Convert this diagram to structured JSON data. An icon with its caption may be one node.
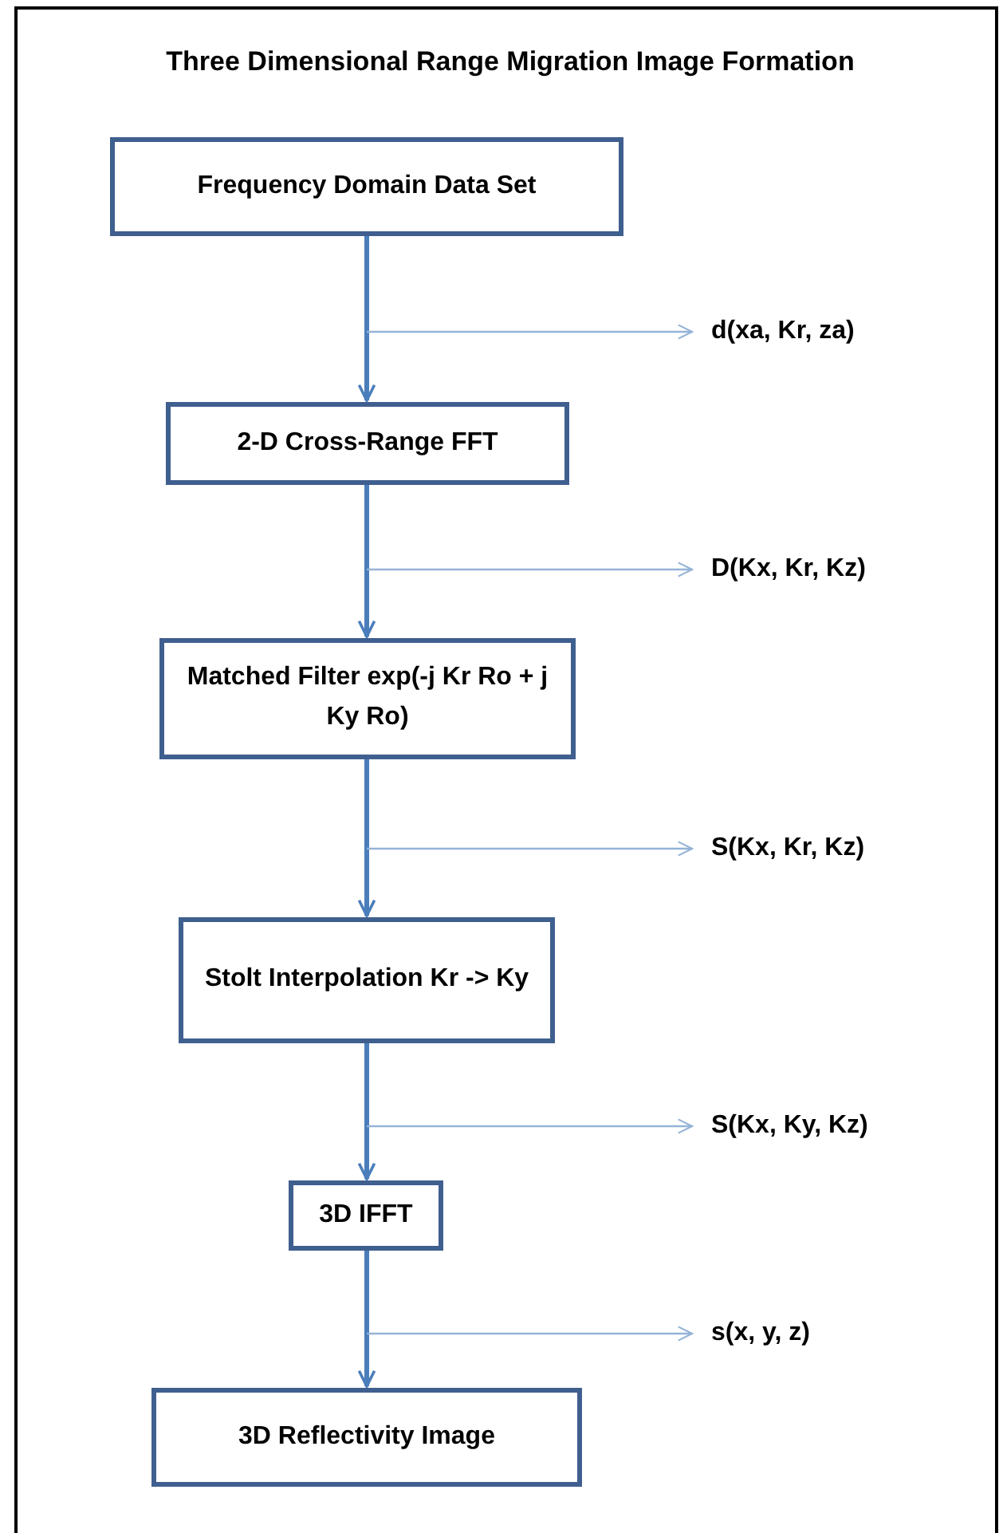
{
  "diagram": {
    "title": "Three Dimensional Range Migration Image Formation",
    "nodes": [
      {
        "text": [
          "Frequency Domain Data Set"
        ]
      },
      {
        "text": [
          "d(xa, Kr, za)"
        ]
      },
      {
        "text": [
          "2-D Cross-Range FFT"
        ]
      },
      {
        "text": [
          "D(Kx, Kr, Kz)"
        ]
      },
      {
        "text": [
          "Matched Filter exp(-j Kr Ro + j Ky Ro)"
        ]
      },
      {
        "text": [
          "S(Kx, Kr, Kz)"
        ]
      },
      {
        "text": [
          "Stolt Interpolation Kr -> Ky"
        ]
      },
      {
        "text": [
          "S(Kx, Ky, Kz)"
        ]
      },
      {
        "text": [
          "3D IFFT"
        ]
      },
      {
        "text": [
          "s(x, y, z)"
        ]
      },
      {
        "text": [
          "3D Reflectivity Image"
        ]
      }
    ],
    "edges": [
      {
        "from": 0,
        "to": 2,
        "arrow": "to",
        "style": "thick"
      },
      {
        "from": null,
        "to": 1,
        "arrow": "to",
        "color": "#95b3d7"
      },
      {
        "from": 2,
        "to": 4,
        "arrow": "to",
        "style": "thick"
      },
      {
        "from": null,
        "to": 3,
        "arrow": "to",
        "color": "#95b3d7"
      },
      {
        "from": 4,
        "to": 6,
        "arrow": "to",
        "style": "thick"
      },
      {
        "from": null,
        "to": 5,
        "arrow": "to",
        "color": "#95b3d7"
      },
      {
        "from": 6,
        "to": 8,
        "arrow": "to",
        "style": "thick"
      },
      {
        "from": null,
        "to": 7,
        "arrow": "to",
        "color": "#95b3d7"
      },
      {
        "from": 8,
        "to": 10,
        "arrow": "to",
        "style": "thick"
      },
      {
        "from": null,
        "to": 9,
        "arrow": "to",
        "color": "#95b3d7"
      }
    ]
  }
}
